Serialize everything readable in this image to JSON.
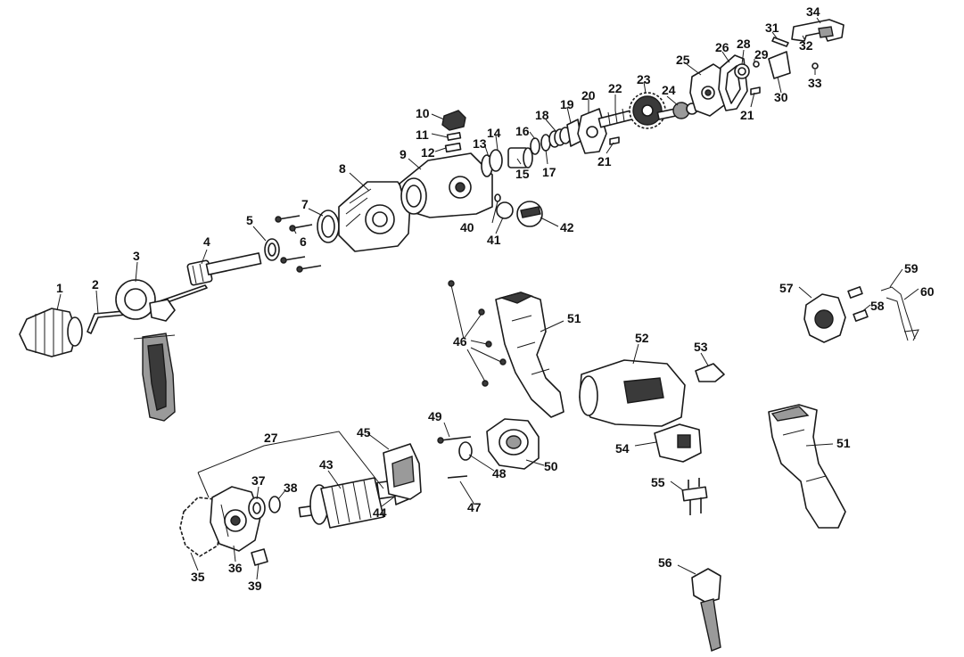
{
  "callouts": [
    {
      "id": "1",
      "text": "1"
    },
    {
      "id": "2",
      "text": "2"
    },
    {
      "id": "3",
      "text": "3"
    },
    {
      "id": "4",
      "text": "4"
    },
    {
      "id": "5",
      "text": "5"
    },
    {
      "id": "6",
      "text": "6"
    },
    {
      "id": "7",
      "text": "7"
    },
    {
      "id": "8",
      "text": "8"
    },
    {
      "id": "9",
      "text": "9"
    },
    {
      "id": "10",
      "text": "10"
    },
    {
      "id": "11",
      "text": "11"
    },
    {
      "id": "12",
      "text": "12"
    },
    {
      "id": "13",
      "text": "13"
    },
    {
      "id": "14",
      "text": "14"
    },
    {
      "id": "15",
      "text": "15"
    },
    {
      "id": "16",
      "text": "16"
    },
    {
      "id": "17",
      "text": "17"
    },
    {
      "id": "18",
      "text": "18"
    },
    {
      "id": "19",
      "text": "19"
    },
    {
      "id": "20",
      "text": "20"
    },
    {
      "id": "21a",
      "text": "21"
    },
    {
      "id": "21b",
      "text": "21"
    },
    {
      "id": "22",
      "text": "22"
    },
    {
      "id": "23",
      "text": "23"
    },
    {
      "id": "24",
      "text": "24"
    },
    {
      "id": "25",
      "text": "25"
    },
    {
      "id": "26",
      "text": "26"
    },
    {
      "id": "27",
      "text": "27"
    },
    {
      "id": "28",
      "text": "28"
    },
    {
      "id": "29",
      "text": "29"
    },
    {
      "id": "30",
      "text": "30"
    },
    {
      "id": "31",
      "text": "31"
    },
    {
      "id": "32",
      "text": "32"
    },
    {
      "id": "33",
      "text": "33"
    },
    {
      "id": "34",
      "text": "34"
    },
    {
      "id": "35",
      "text": "35"
    },
    {
      "id": "36",
      "text": "36"
    },
    {
      "id": "37",
      "text": "37"
    },
    {
      "id": "38",
      "text": "38"
    },
    {
      "id": "39",
      "text": "39"
    },
    {
      "id": "40",
      "text": "40"
    },
    {
      "id": "41",
      "text": "41"
    },
    {
      "id": "42",
      "text": "42"
    },
    {
      "id": "43",
      "text": "43"
    },
    {
      "id": "44",
      "text": "44"
    },
    {
      "id": "45",
      "text": "45"
    },
    {
      "id": "46",
      "text": "46"
    },
    {
      "id": "47",
      "text": "47"
    },
    {
      "id": "48",
      "text": "48"
    },
    {
      "id": "49",
      "text": "49"
    },
    {
      "id": "50",
      "text": "50"
    },
    {
      "id": "51a",
      "text": "51"
    },
    {
      "id": "51b",
      "text": "51"
    },
    {
      "id": "52",
      "text": "52"
    },
    {
      "id": "53",
      "text": "53"
    },
    {
      "id": "54",
      "text": "54"
    },
    {
      "id": "55",
      "text": "55"
    },
    {
      "id": "56",
      "text": "56"
    },
    {
      "id": "57",
      "text": "57"
    },
    {
      "id": "58",
      "text": "58"
    },
    {
      "id": "59",
      "text": "59"
    },
    {
      "id": "60",
      "text": "60"
    }
  ]
}
